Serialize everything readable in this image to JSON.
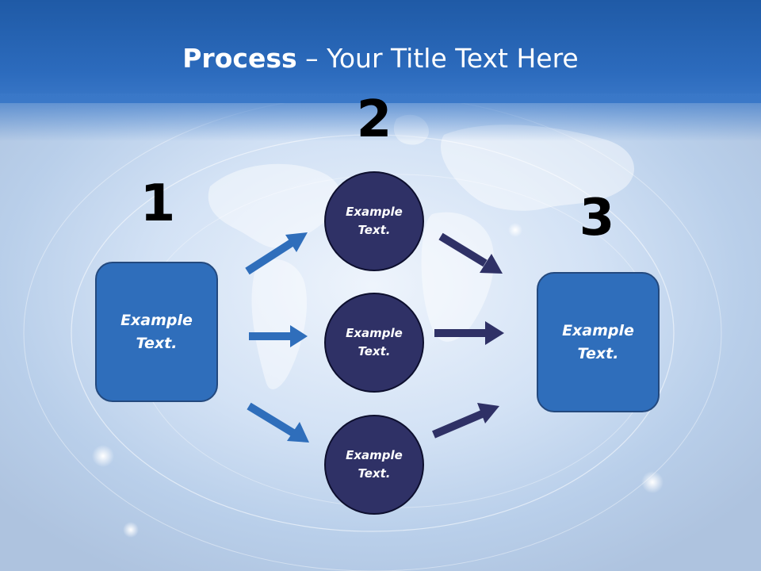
{
  "title": {
    "bold": "Process",
    "rest": " – Your Title Text Here"
  },
  "steps": [
    "1",
    "2",
    "3"
  ],
  "boxes": {
    "left": {
      "line1": "Example",
      "line2": "Text."
    },
    "right": {
      "line1": "Example",
      "line2": "Text."
    }
  },
  "circles": [
    {
      "line1": "Example",
      "line2": "Text."
    },
    {
      "line1": "Example",
      "line2": "Text."
    },
    {
      "line1": "Example",
      "line2": "Text."
    }
  ],
  "colors": {
    "header": "#2c6bbd",
    "box_fill": "#2f6ebb",
    "circle_fill": "#2f3166",
    "arrow_blue": "#2f6ebb",
    "arrow_navy": "#2f3166"
  }
}
